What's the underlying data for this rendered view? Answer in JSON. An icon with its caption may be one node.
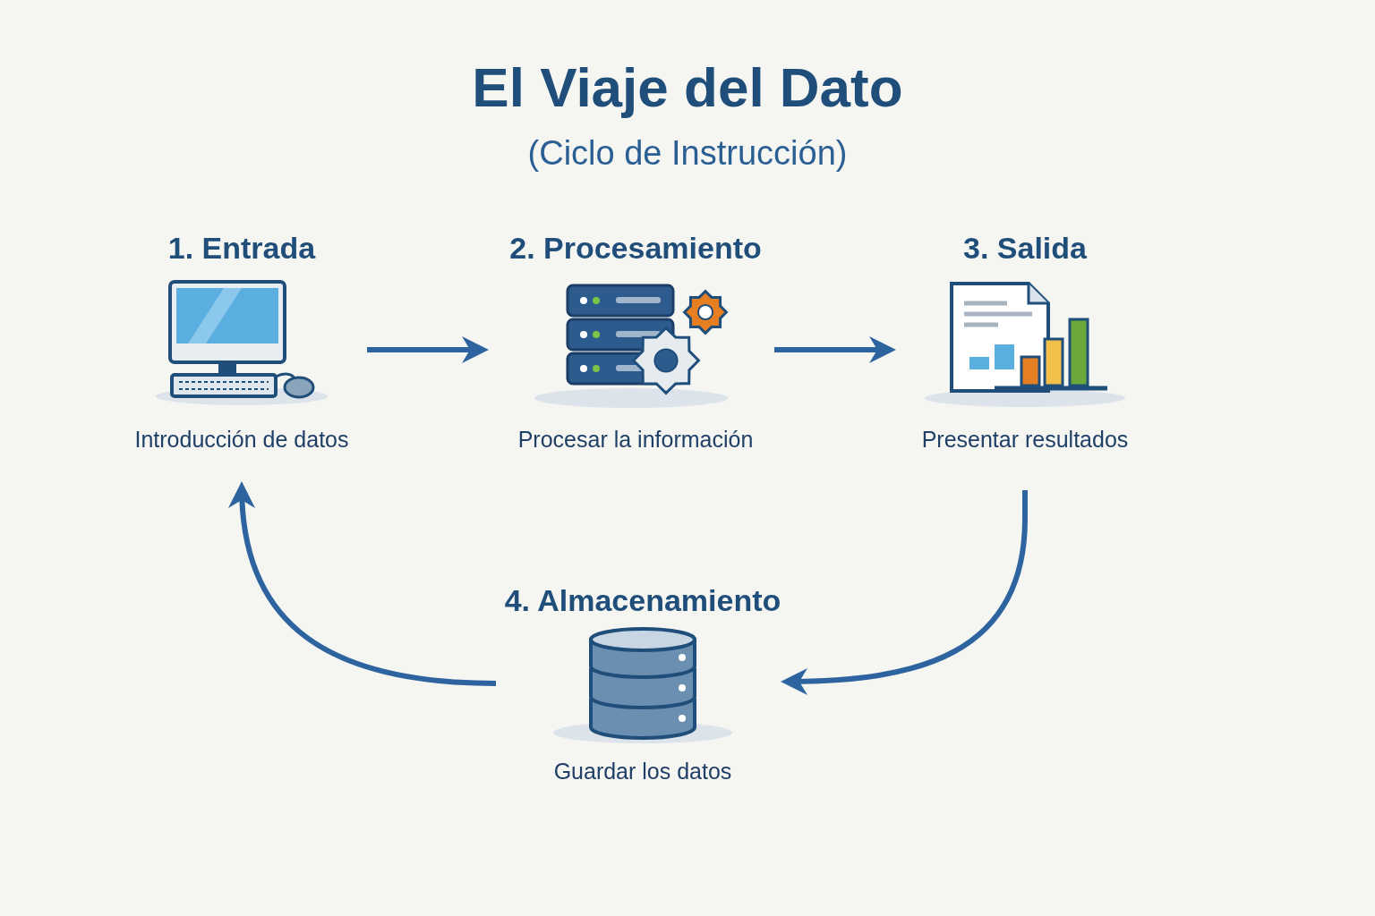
{
  "diagram": {
    "title": "El Viaje del Dato",
    "caption": "(Ciclo de Instrucción)",
    "nodes": [
      {
        "text": [
          "1. Entrada",
          "Introducción de datos"
        ]
      },
      {
        "text": [
          "2. Procesamiento",
          "Procesar la información"
        ]
      },
      {
        "text": [
          "3. Salida",
          "Presentar resultados"
        ]
      },
      {
        "text": [
          "4. Almacenamiento",
          "Guardar los datos"
        ]
      }
    ],
    "edges": [
      {
        "from": 0,
        "to": 1,
        "arrow": "to"
      },
      {
        "from": 1,
        "to": 2,
        "arrow": "to"
      },
      {
        "from": 2,
        "to": 3,
        "arrow": "to"
      },
      {
        "from": 3,
        "to": 0,
        "arrow": "to"
      }
    ]
  }
}
